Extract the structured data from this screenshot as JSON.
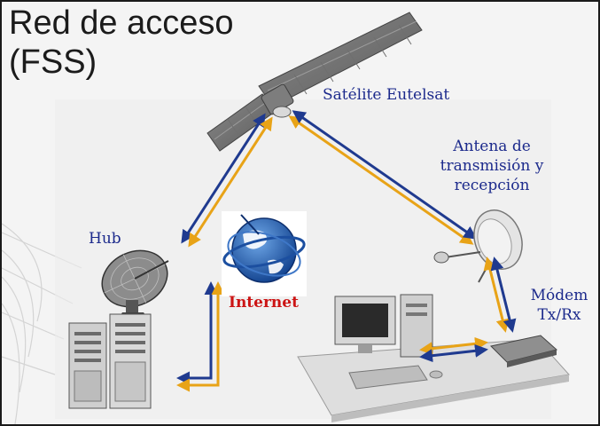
{
  "title": {
    "line1": "Red de acceso",
    "line2": "(FSS)"
  },
  "labels": {
    "satellite": "Satélite Eutelsat",
    "antenna_line1": "Antena de",
    "antenna_line2": "transmisión y",
    "antenna_line3": "recepción",
    "hub": "Hub",
    "internet": "Internet",
    "modem_line1": "Módem",
    "modem_line2": "Tx/Rx"
  },
  "colors": {
    "link_blue": "#1f3a8f",
    "link_orange": "#e8a317",
    "label_blue": "#1c2a8c",
    "internet_red": "#cc1414"
  },
  "icons": {
    "satellite": "satellite-icon",
    "hub_dish": "satellite-dish-icon",
    "hub_servers": "server-rack-icon",
    "internet": "globe-icon",
    "user_antenna": "satellite-dish-icon",
    "modem": "modem-icon",
    "pc": "desktop-computer-icon"
  }
}
